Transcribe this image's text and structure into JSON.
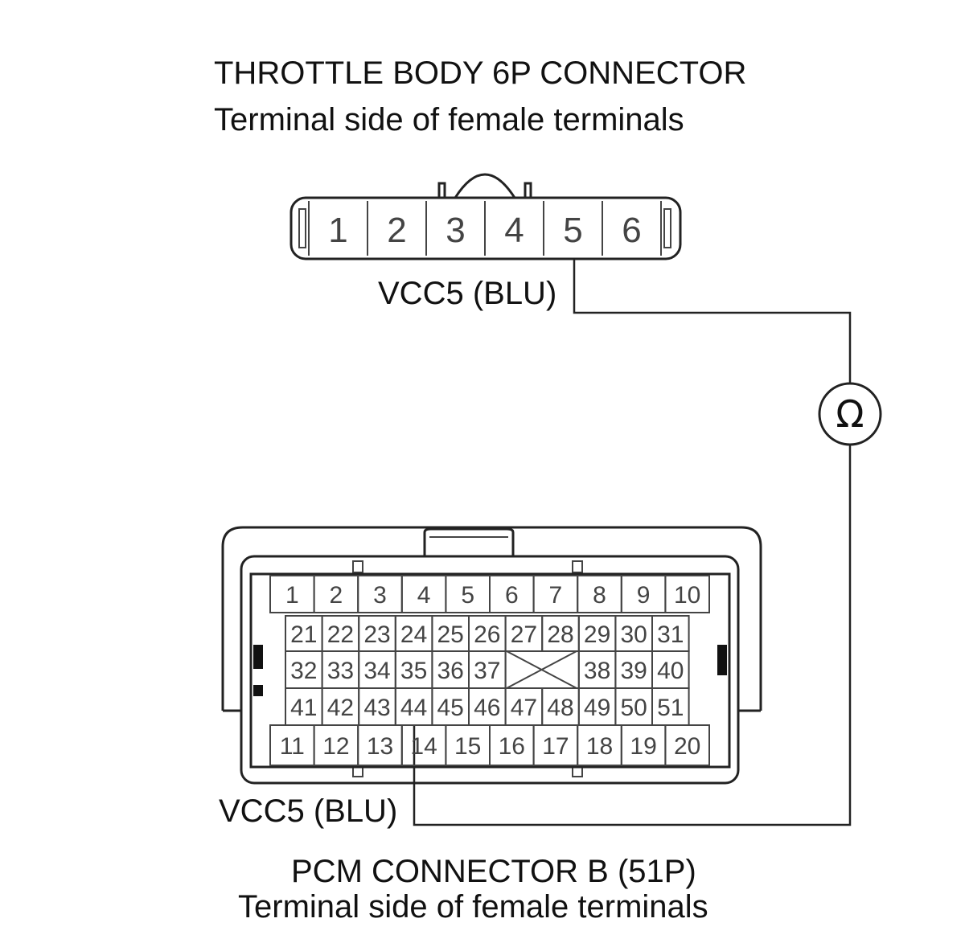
{
  "throttle_connector": {
    "title": "THROTTLE BODY 6P CONNECTOR",
    "subtitle": "Terminal side of female terminals",
    "pins": [
      "1",
      "2",
      "3",
      "4",
      "5",
      "6"
    ],
    "wire_label": "VCC5 (BLU)"
  },
  "pcm_connector": {
    "title": "PCM CONNECTOR B (51P)",
    "subtitle": "Terminal side of female terminals",
    "wire_label": "VCC5 (BLU)",
    "rows": [
      [
        "1",
        "2",
        "3",
        "4",
        "5",
        "6",
        "7",
        "8",
        "9",
        "10"
      ],
      [
        "21",
        "22",
        "23",
        "24",
        "25",
        "26",
        "27",
        "28",
        "29",
        "30",
        "31"
      ],
      [
        "32",
        "33",
        "34",
        "35",
        "36",
        "37",
        "",
        "38",
        "39",
        "40"
      ],
      [
        "41",
        "42",
        "43",
        "44",
        "45",
        "46",
        "47",
        "48",
        "49",
        "50",
        "51"
      ],
      [
        "11",
        "12",
        "13",
        "14",
        "15",
        "16",
        "17",
        "18",
        "19",
        "20"
      ]
    ]
  },
  "meter": {
    "symbol": "Ω",
    "icon": "ohmmeter-icon"
  }
}
